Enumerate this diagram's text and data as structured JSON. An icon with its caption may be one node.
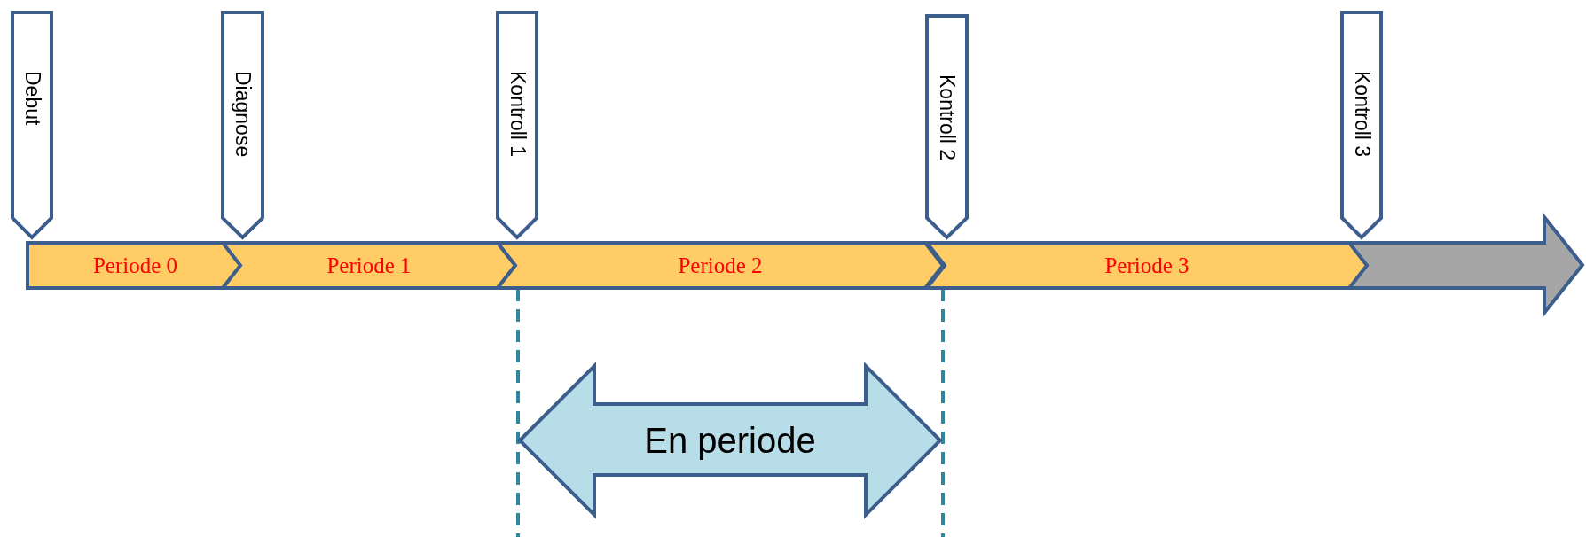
{
  "diagram": {
    "nodes": [
      {
        "text": [
          "Debut"
        ]
      },
      {
        "text": [
          "Diagnose"
        ]
      },
      {
        "text": [
          "Kontroll 1"
        ]
      },
      {
        "text": [
          "Kontroll 2"
        ]
      },
      {
        "text": [
          "Kontroll 3"
        ]
      },
      {
        "text": [
          "Periode 0"
        ]
      },
      {
        "text": [
          "Periode 1"
        ]
      },
      {
        "text": [
          "Periode 2"
        ]
      },
      {
        "text": [
          "Periode 3"
        ]
      },
      {
        "text": [],
        "shape": "arrow"
      },
      {
        "text": [
          "En periode"
        ]
      }
    ]
  }
}
